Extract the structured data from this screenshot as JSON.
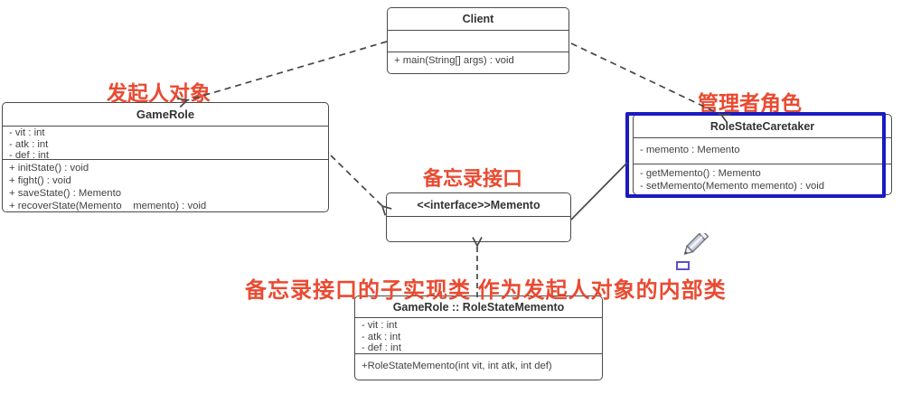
{
  "classes": {
    "client": {
      "name": "Client",
      "methods": [
        "+ main(String[] args) : void"
      ]
    },
    "game_role": {
      "name": "GameRole",
      "attributes": [
        "- vit : int",
        "- atk : int",
        "- def : int"
      ],
      "methods": [
        "+ initState() : void",
        "+ fight() : void",
        "+ saveState() : Memento",
        "+ recoverState(Memento    memento) : void"
      ]
    },
    "role_state_caretaker": {
      "name": "RoleStateCaretaker",
      "attributes": [
        "- memento : Memento"
      ],
      "methods": [
        "- getMemento() : Memento",
        "- setMemento(Memento memento) : void"
      ]
    },
    "memento_interface": {
      "name": "<<interface>>Memento"
    },
    "role_state_memento": {
      "name": "GameRole :: RoleStateMemento",
      "attributes": [
        "- vit : int",
        "- atk : int",
        "- def : int"
      ],
      "methods": [
        "+RoleStateMemento(int vit, int atk, int def)"
      ]
    }
  },
  "annotations": {
    "originator": "发起人对象",
    "caretaker": "管理者角色",
    "memento_interface": "备忘录接口",
    "memento_impl": "备忘录接口的子实现类 作为发起人对象的内部类"
  },
  "icons": {
    "pencil": "✎"
  },
  "colors": {
    "annotation_red": "#e94b32",
    "highlight_blue": "#1b1bc1",
    "line_gray": "#474747"
  }
}
